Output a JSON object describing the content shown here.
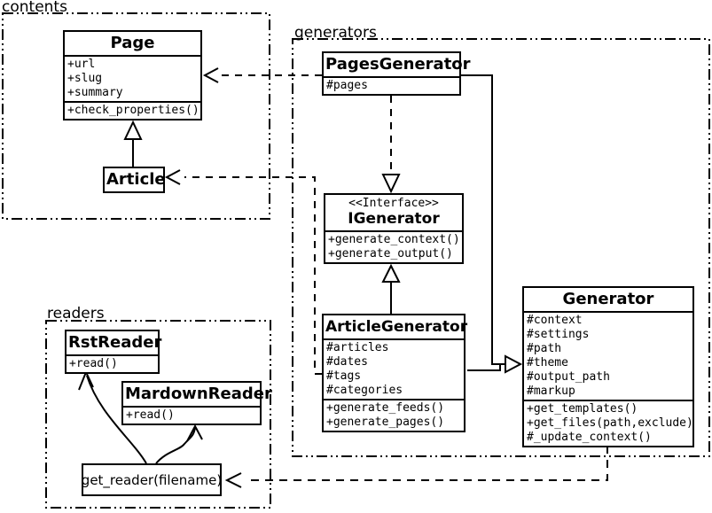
{
  "colors": {
    "line": "#000000",
    "background": "#ffffff"
  },
  "packages": {
    "contents": {
      "label": "contents"
    },
    "generators": {
      "label": "generators"
    },
    "readers": {
      "label": "readers"
    }
  },
  "classes": {
    "page": {
      "name": "Page",
      "attrs": [
        "+url",
        "+slug",
        "+summary"
      ],
      "methods": [
        "+check_properties()"
      ]
    },
    "article": {
      "name": "Article"
    },
    "pages_generator": {
      "name": "PagesGenerator",
      "attrs": [
        "#pages"
      ]
    },
    "igenerator": {
      "stereotype": "<<Interface>>",
      "name": "IGenerator",
      "methods": [
        "+generate_context()",
        "+generate_output()"
      ]
    },
    "article_generator": {
      "name": "ArticleGenerator",
      "attrs": [
        "#articles",
        "#dates",
        "#tags",
        "#categories"
      ],
      "methods": [
        "+generate_feeds()",
        "+generate_pages()"
      ]
    },
    "generator": {
      "name": "Generator",
      "attrs": [
        "#context",
        "#settings",
        "#path",
        "#theme",
        "#output_path",
        "#markup"
      ],
      "methods": [
        "+get_templates()",
        "+get_files(path,exclude)",
        "#_update_context()"
      ]
    },
    "rst_reader": {
      "name": "RstReader",
      "methods": [
        "+read()"
      ]
    },
    "mardown_reader": {
      "name": "MardownReader",
      "methods": [
        "+read()"
      ]
    },
    "get_reader": {
      "label": "get_reader(filename)"
    }
  }
}
